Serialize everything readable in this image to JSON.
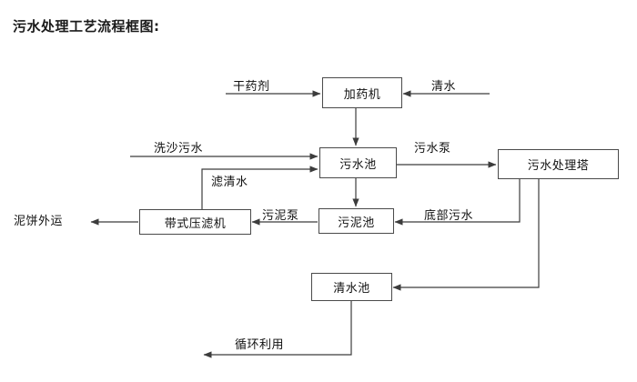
{
  "title": "污水处理工艺流程框图:",
  "diagram": {
    "type": "flowchart",
    "nodes": [
      {
        "id": "dosing_machine",
        "label": "加药机"
      },
      {
        "id": "wastewater_pool",
        "label": "污水池"
      },
      {
        "id": "treatment_tower",
        "label": "污水处理塔"
      },
      {
        "id": "belt_filter_press",
        "label": "带式压滤机"
      },
      {
        "id": "sludge_pool",
        "label": "污泥池"
      },
      {
        "id": "clean_water_pool",
        "label": "清水池"
      }
    ],
    "terminals": [
      {
        "id": "dry_chemical",
        "label": "干药剂"
      },
      {
        "id": "clean_water_in",
        "label": "清水"
      },
      {
        "id": "sand_wash_wastewater",
        "label": "洗沙污水"
      },
      {
        "id": "mud_cake_out",
        "label": "泥饼外运"
      },
      {
        "id": "recycle_use",
        "label": "循环利用"
      }
    ],
    "edge_labels": [
      {
        "id": "sewage_pump",
        "label": "污水泵"
      },
      {
        "id": "filtered_water",
        "label": "滤清水"
      },
      {
        "id": "sludge_pump",
        "label": "污泥泵"
      },
      {
        "id": "bottom_sewage",
        "label": "底部污水"
      }
    ]
  },
  "colors": {
    "background": "#ffffff",
    "line": "#3c3c3c",
    "box_border": "#4a4a4a",
    "text": "#111111",
    "title": "#1a1a1a"
  }
}
